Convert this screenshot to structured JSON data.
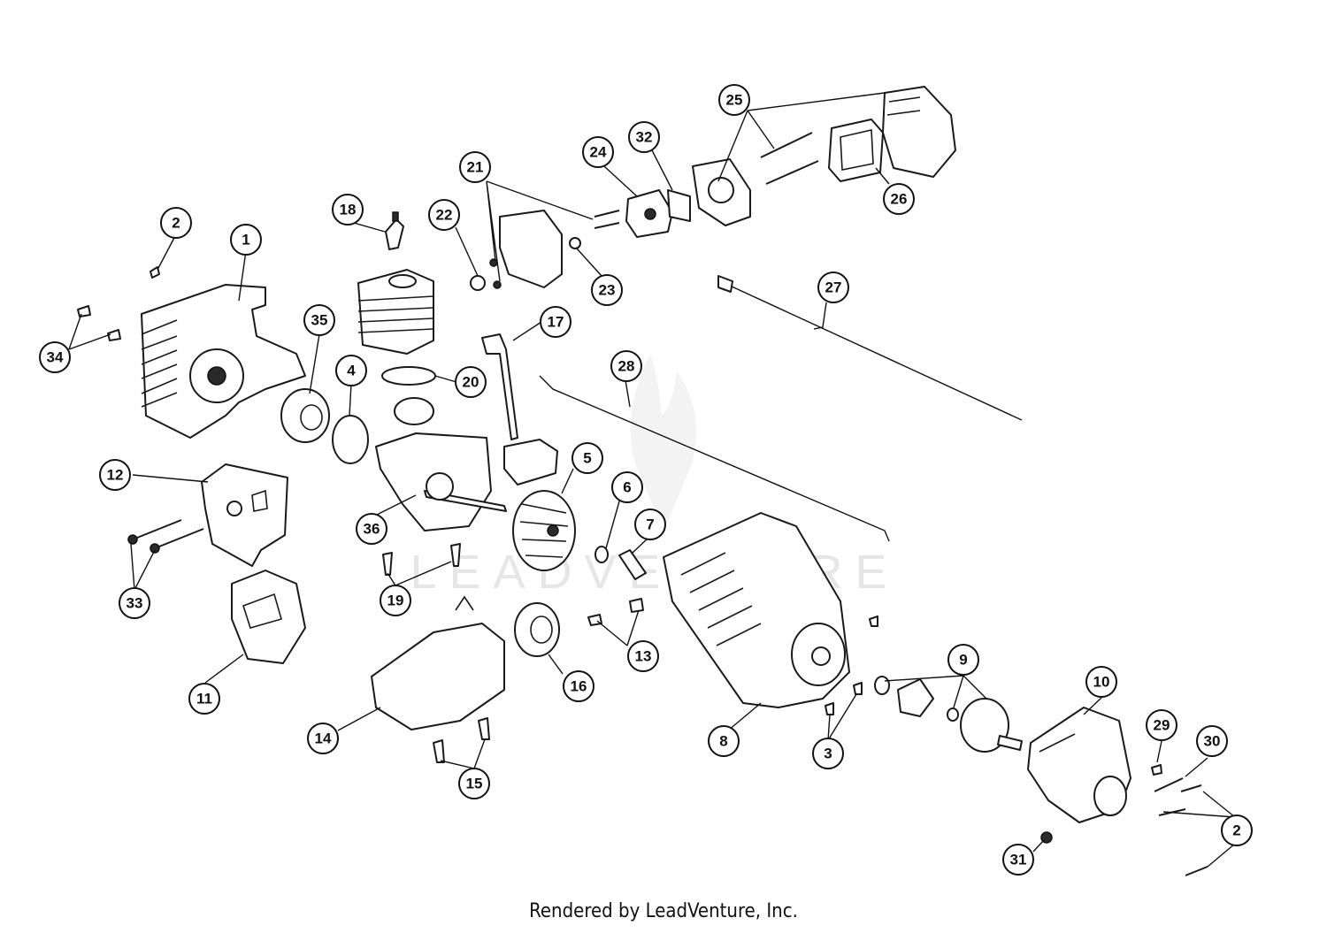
{
  "watermark": "LEADVENTURE",
  "footer": {
    "credit": "Rendered by LeadVenture, Inc."
  },
  "callouts": {
    "c1": "1",
    "c2a": "2",
    "c2b": "2",
    "c3": "3",
    "c4": "4",
    "c5": "5",
    "c6": "6",
    "c7": "7",
    "c8": "8",
    "c9": "9",
    "c10": "10",
    "c11": "11",
    "c12": "12",
    "c13": "13",
    "c14": "14",
    "c15": "15",
    "c16": "16",
    "c17": "17",
    "c18": "18",
    "c19": "19",
    "c20": "20",
    "c21": "21",
    "c22": "22",
    "c23": "23",
    "c24": "24",
    "c25": "25",
    "c26": "26",
    "c27": "27",
    "c28": "28",
    "c29": "29",
    "c30": "30",
    "c31": "31",
    "c32": "32",
    "c33": "33",
    "c34": "34",
    "c35": "35",
    "c36": "36"
  }
}
